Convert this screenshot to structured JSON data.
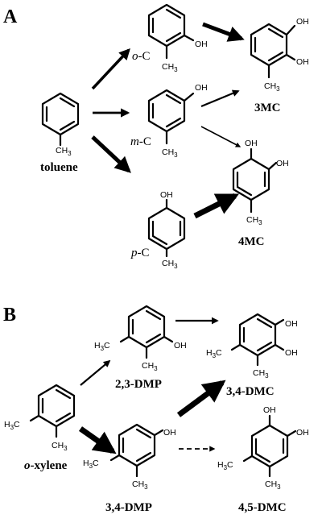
{
  "panel_a": {
    "label": "A",
    "toluene": "toluene",
    "oc": {
      "prefix": "o",
      "suffix": "-C"
    },
    "mc": {
      "prefix": "m",
      "suffix": "-C"
    },
    "pc": {
      "prefix": "p",
      "suffix": "-C"
    },
    "mc3": "3MC",
    "mc4": "4MC"
  },
  "panel_b": {
    "label": "B",
    "xylene": {
      "prefix": "o",
      "suffix": "-xylene"
    },
    "dmp23": "2,3-DMP",
    "dmp34": "3,4-DMP",
    "dmc34": "3,4-DMC",
    "dmc45": "4,5-DMC"
  },
  "substituents": {
    "oh": "OH",
    "ch": "CH",
    "h": "H",
    "c": "C",
    "sub3": "3"
  }
}
